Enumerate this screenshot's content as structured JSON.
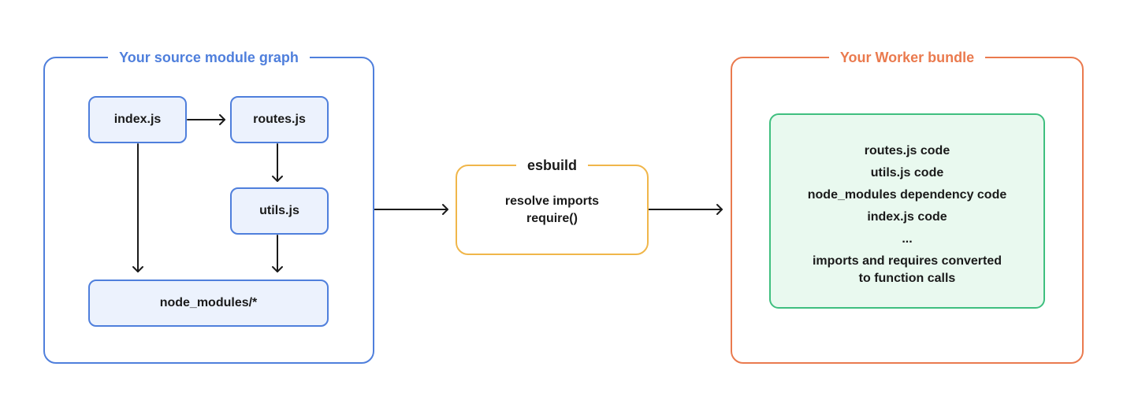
{
  "source_graph": {
    "title": "Your source module graph",
    "nodes": {
      "index": "index.js",
      "routes": "routes.js",
      "utils": "utils.js",
      "node_modules": "node_modules/*"
    }
  },
  "esbuild": {
    "title": "esbuild",
    "lines": [
      "resolve imports",
      "require()"
    ]
  },
  "worker_bundle": {
    "title": "Your Worker bundle",
    "lines": [
      "routes.js code",
      "utils.js code",
      "node_modules dependency code",
      "index.js code",
      "...",
      "imports and requires converted",
      "to function calls"
    ]
  },
  "colors": {
    "source_border": "#4f7fdc",
    "node_fill": "#ecf2fd",
    "esbuild_border": "#f0b64a",
    "bundle_border": "#ea7a4e",
    "bundle_inner_border": "#3fbf7f",
    "bundle_inner_fill": "#e9f9ef",
    "arrow": "#1a1a1a"
  }
}
